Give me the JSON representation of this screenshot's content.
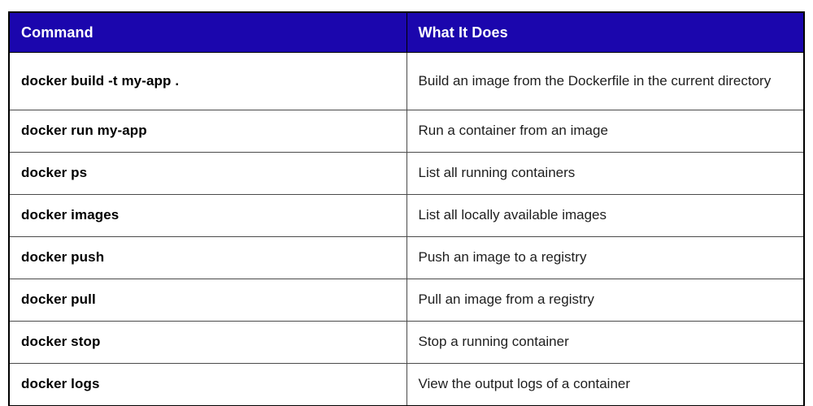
{
  "colors": {
    "page_bg": "#ffffff",
    "header_bg": "#1b06ad",
    "header_text": "#ffffff",
    "outer_border": "#000000",
    "inner_border": "#4a4a4a",
    "command_text": "#000000",
    "description_text": "#1e1e1e"
  },
  "table": {
    "columns": [
      "Command",
      "What It Does"
    ],
    "rows": [
      {
        "command": "docker build -t my-app .",
        "description": "Build an image from the Dockerfile in the current directory"
      },
      {
        "command": "docker run my-app",
        "description": "Run a container from an image"
      },
      {
        "command": "docker ps",
        "description": "List all running containers"
      },
      {
        "command": "docker images",
        "description": "List all locally available images"
      },
      {
        "command": "docker push",
        "description": "Push an image to a registry"
      },
      {
        "command": "docker pull",
        "description": "Pull an image from a registry"
      },
      {
        "command": "docker stop",
        "description": "Stop a running container"
      },
      {
        "command": "docker logs",
        "description": "View the output logs of a container"
      }
    ]
  }
}
